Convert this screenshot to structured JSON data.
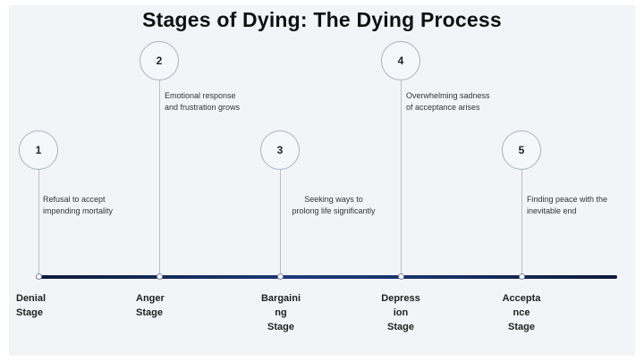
{
  "title": "Stages of Dying: The Dying Process",
  "stages": [
    {
      "number": "1",
      "description": "Refusal to accept\nimpending mortality",
      "label": "Denial\nStage"
    },
    {
      "number": "2",
      "description": "Emotional response\nand frustration grows",
      "label": "Anger\nStage"
    },
    {
      "number": "3",
      "description": "Seeking ways to\nprolong life significantly",
      "label": "Bargaini\nng\nStage"
    },
    {
      "number": "4",
      "description": "Overwhelming sadness\nof acceptance arises",
      "label": "Depress\nion\nStage"
    },
    {
      "number": "5",
      "description": "Finding peace with the\ninevitable end",
      "label": "Accepta\nnce\nStage"
    }
  ]
}
